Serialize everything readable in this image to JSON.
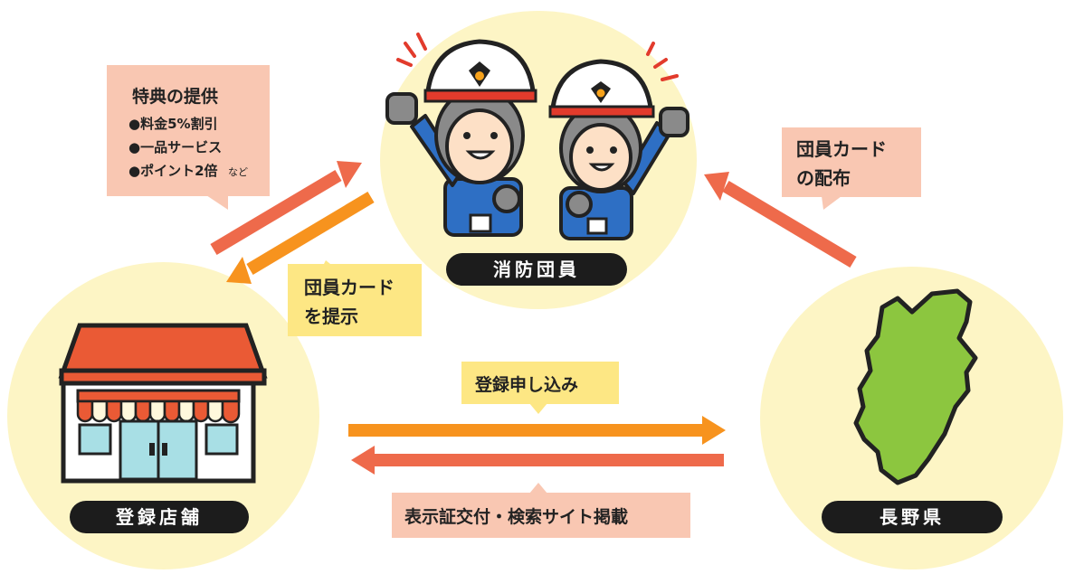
{
  "nodes": {
    "firefighters": "消防団員",
    "store": "登録店舗",
    "prefecture": "長野県"
  },
  "callouts": {
    "benefits": {
      "title": "特典の提供",
      "items": [
        "●料金5%割引",
        "●一品サービス",
        "●ポイント2倍"
      ],
      "note": "など"
    },
    "card_present": [
      "団員カード",
      "を提示"
    ],
    "card_distribute": [
      "団員カード",
      "の配布"
    ],
    "registration": "登録申し込み",
    "certificate": "表示証交付・検索サイト掲載"
  },
  "colors": {
    "circle": "#fdf5c5",
    "pill": "#1c1c1c",
    "arrow_red": "#ee6a4b",
    "arrow_orange": "#f7931e",
    "callout_pink": "#f9c7b2",
    "callout_yellow": "#fde784",
    "map_green": "#8cc63f"
  }
}
